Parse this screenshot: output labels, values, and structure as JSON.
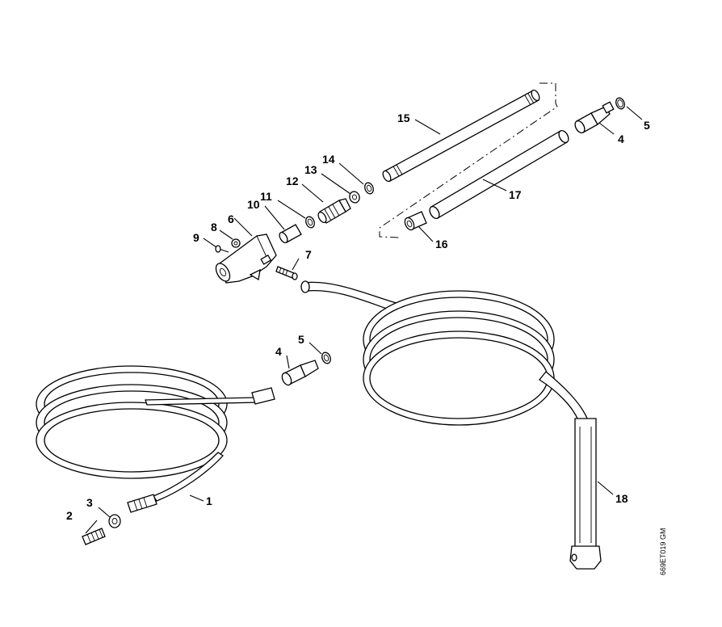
{
  "diagram": {
    "drawing_code": "669ET019 GM",
    "callouts": [
      {
        "id": "c1",
        "text": "1"
      },
      {
        "id": "c2",
        "text": "2"
      },
      {
        "id": "c3",
        "text": "3"
      },
      {
        "id": "c4a",
        "text": "4"
      },
      {
        "id": "c4b",
        "text": "4"
      },
      {
        "id": "c5a",
        "text": "5"
      },
      {
        "id": "c5b",
        "text": "5"
      },
      {
        "id": "c6",
        "text": "6"
      },
      {
        "id": "c7",
        "text": "7"
      },
      {
        "id": "c8",
        "text": "8"
      },
      {
        "id": "c9",
        "text": "9"
      },
      {
        "id": "c10",
        "text": "10"
      },
      {
        "id": "c11",
        "text": "11"
      },
      {
        "id": "c12",
        "text": "12"
      },
      {
        "id": "c13",
        "text": "13"
      },
      {
        "id": "c14",
        "text": "14"
      },
      {
        "id": "c15",
        "text": "15"
      },
      {
        "id": "c16",
        "text": "16"
      },
      {
        "id": "c17",
        "text": "17"
      },
      {
        "id": "c18",
        "text": "18"
      }
    ]
  }
}
